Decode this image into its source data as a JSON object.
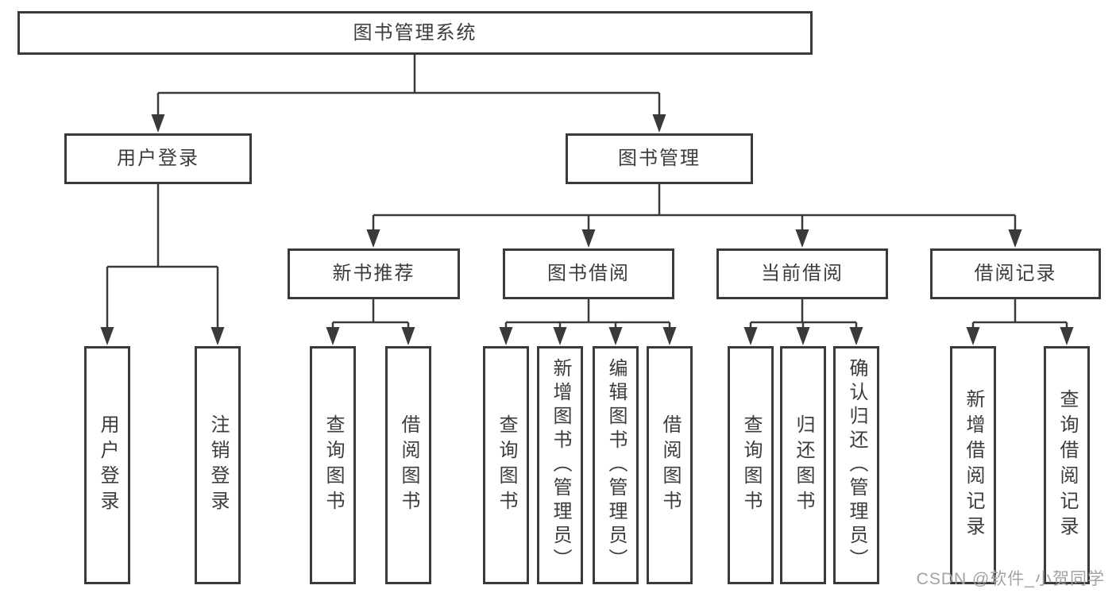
{
  "title": "图书管理系统",
  "watermark": "CSDN @软件_小贺同学",
  "colors": {
    "line": "#3a3a3a",
    "box_border": "#3a3a3a",
    "text": "#3c3c3c",
    "background": "#ffffff",
    "watermark": "#a3a3a3"
  },
  "root": {
    "label": "图书管理系统"
  },
  "level2": [
    {
      "label": "用户登录",
      "parent": "图书管理系统"
    },
    {
      "label": "图书管理",
      "parent": "图书管理系统"
    }
  ],
  "level3": [
    {
      "label": "新书推荐",
      "parent": "图书管理"
    },
    {
      "label": "图书借阅",
      "parent": "图书管理"
    },
    {
      "label": "当前借阅",
      "parent": "图书管理"
    },
    {
      "label": "借阅记录",
      "parent": "图书管理"
    }
  ],
  "leaves": [
    {
      "label": "用户登录",
      "parent": "用户登录"
    },
    {
      "label": "注销登录",
      "parent": "用户登录"
    },
    {
      "label": "查询图书",
      "parent": "新书推荐"
    },
    {
      "label": "借阅图书",
      "parent": "新书推荐"
    },
    {
      "label": "查询图书",
      "parent": "图书借阅"
    },
    {
      "label": "新增图书（管理员）",
      "parent": "图书借阅"
    },
    {
      "label": "编辑图书（管理员）",
      "parent": "图书借阅"
    },
    {
      "label": "借阅图书",
      "parent": "图书借阅"
    },
    {
      "label": "查询图书",
      "parent": "当前借阅"
    },
    {
      "label": "归还图书",
      "parent": "当前借阅"
    },
    {
      "label": "确认归还（管理员）",
      "parent": "当前借阅"
    },
    {
      "label": "新增借阅记录",
      "parent": "借阅记录"
    },
    {
      "label": "查询借阅记录",
      "parent": "借阅记录"
    }
  ]
}
